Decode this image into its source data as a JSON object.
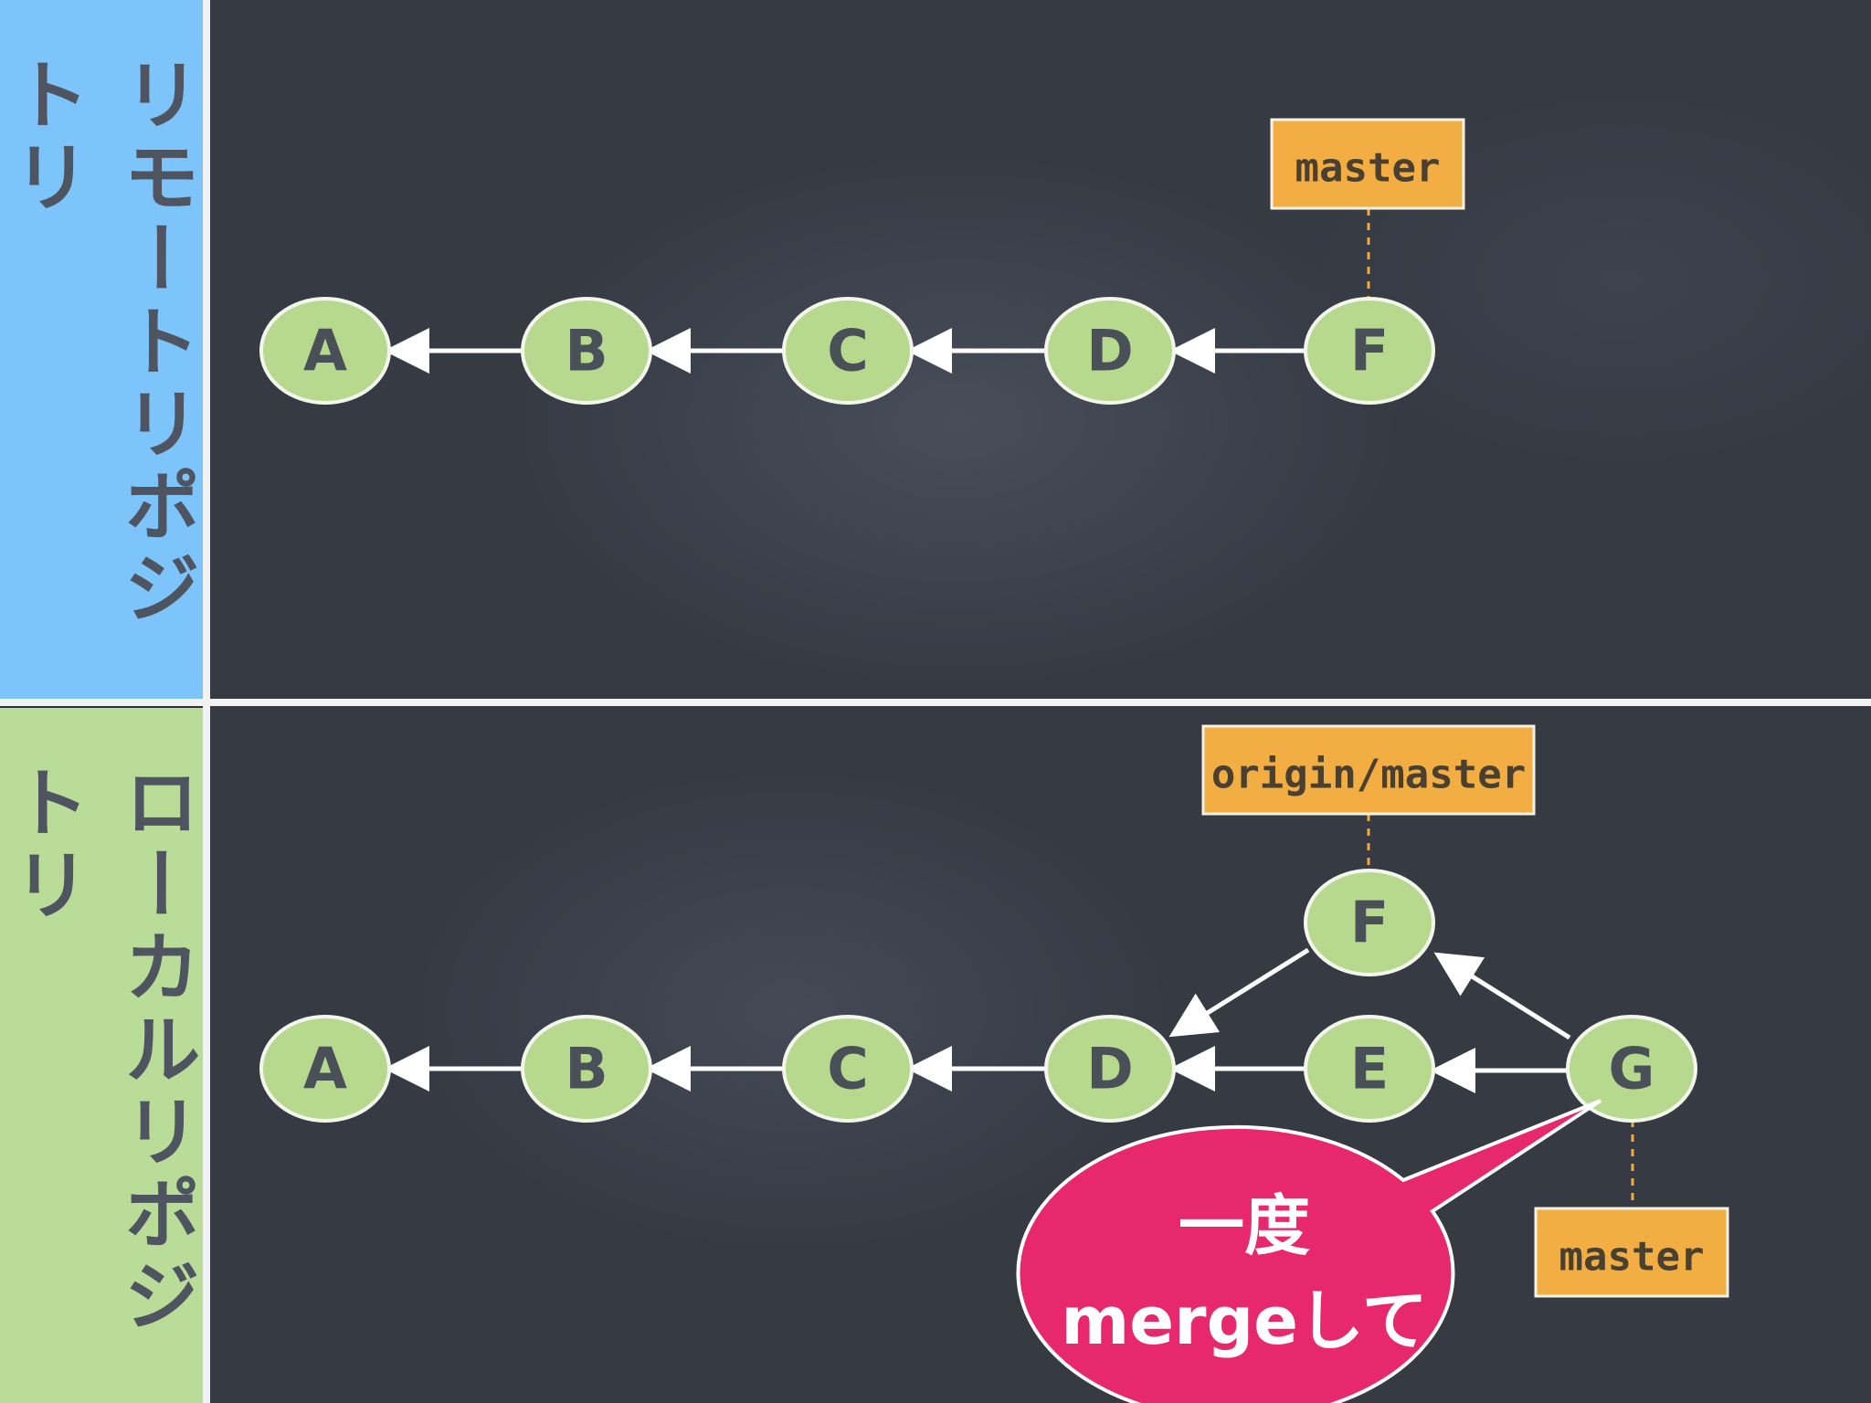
{
  "remote": {
    "side_label": "リモートリポジトリ",
    "commits": [
      "A",
      "B",
      "C",
      "D",
      "F"
    ],
    "branch_tag": "master"
  },
  "local": {
    "side_label": "ローカルリポジトリ",
    "commits": [
      "A",
      "B",
      "C",
      "D",
      "E",
      "F",
      "G"
    ],
    "remote_tracking_tag": "origin/master",
    "branch_tag": "master",
    "callout_line1": "一度",
    "callout_line2": "mergeして"
  },
  "colors": {
    "remote_panel": "#7cc4fa",
    "local_panel": "#b9dc98",
    "commit_node": "#b6d98e",
    "branch_tag": "#f2ad43",
    "callout": "#e8286d",
    "board": "#353a43"
  }
}
